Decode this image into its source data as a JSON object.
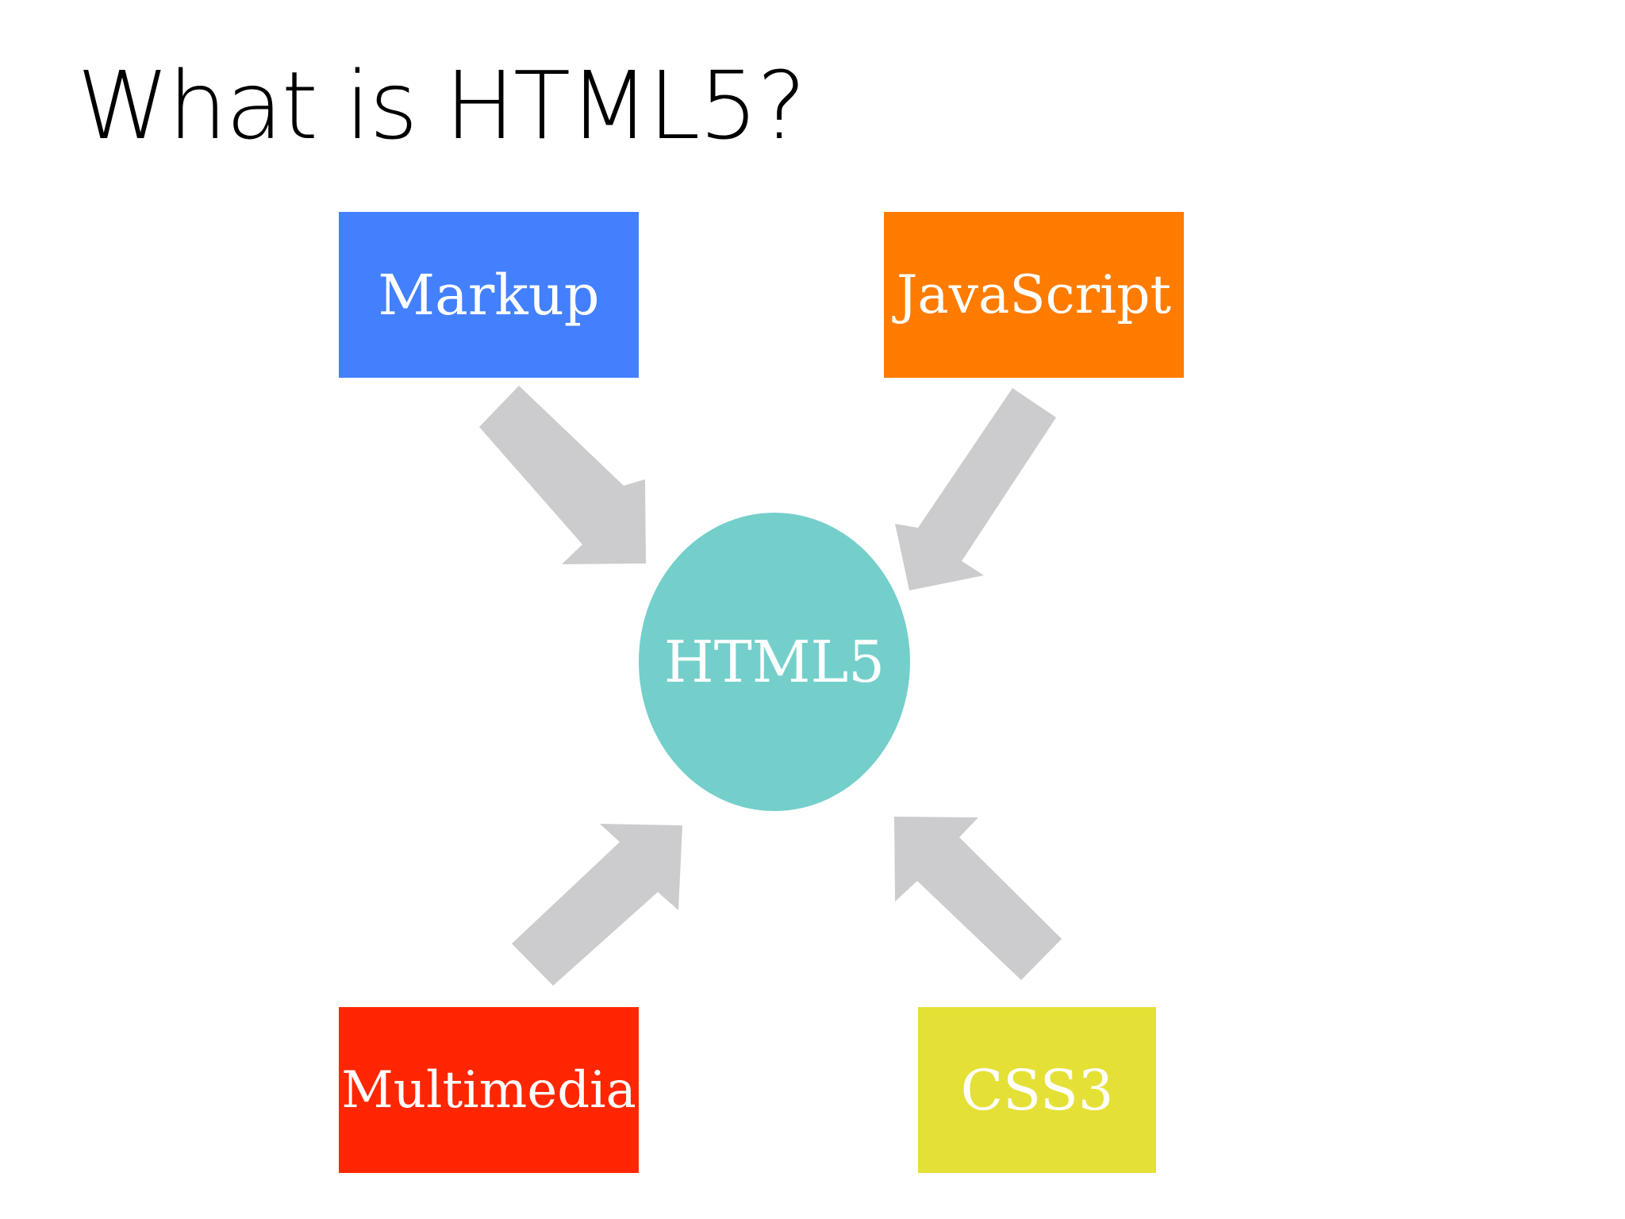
{
  "title": "What is HTML5?",
  "center": {
    "label": "HTML5",
    "color": "#74cfcb"
  },
  "nodes": {
    "markup": {
      "label": "Markup",
      "color": "#4380fd"
    },
    "javascript": {
      "label": "JavaScript",
      "color": "#ff7c00"
    },
    "multimedia": {
      "label": "Multimedia",
      "color": "#ff2601"
    },
    "css3": {
      "label": "CSS3",
      "color": "#e5e036"
    }
  },
  "arrow_color": "#ccccce"
}
